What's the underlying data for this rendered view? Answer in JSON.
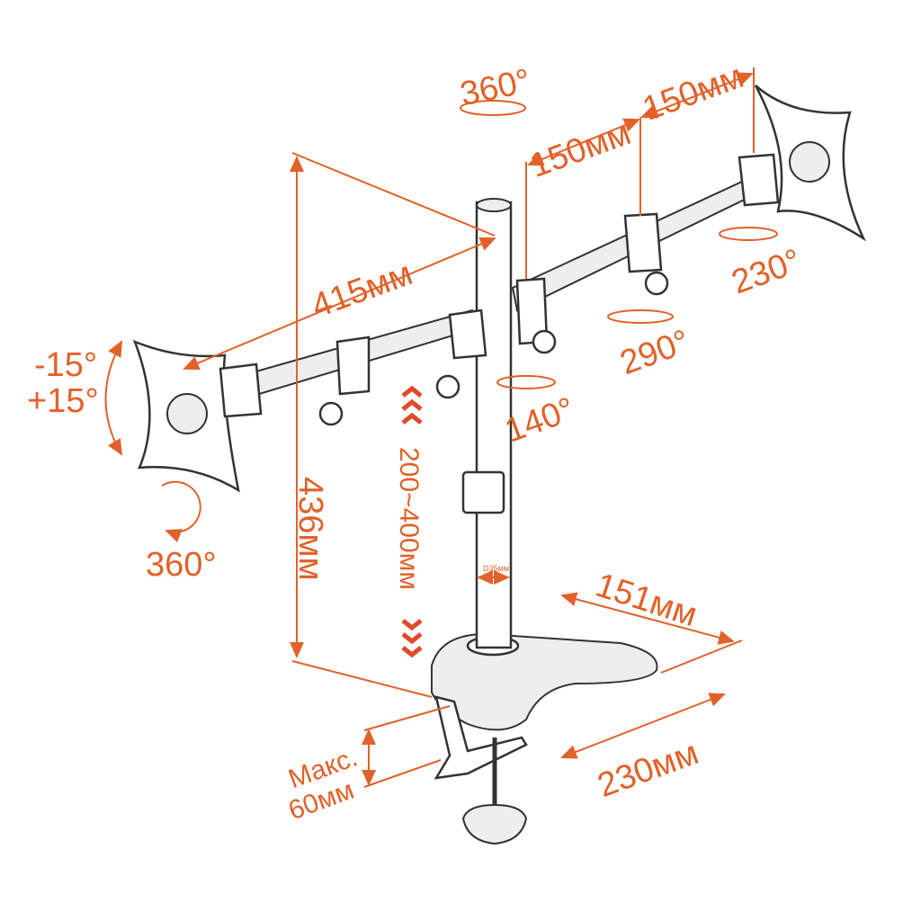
{
  "colors": {
    "accent": "#e0622a",
    "line": "#333333"
  },
  "labels": {
    "top_rotation": "360°",
    "arm_segment_1": "150мм",
    "arm_segment_2": "150мм",
    "arm_reach": "415мм",
    "tilt_minus": "-15°",
    "tilt_plus": "+15°",
    "total_height": "436мм",
    "height_range": "200~400мм",
    "pole_rotation": "140°",
    "arm_rotation": "290°",
    "head_rotation": "230°",
    "plate_rotation": "360°",
    "base_width": "151мм",
    "base_depth": "230мм",
    "clamp_max_line1": "Макс.",
    "clamp_max_line2": "60мм",
    "pole_diameter": "D35мм"
  }
}
